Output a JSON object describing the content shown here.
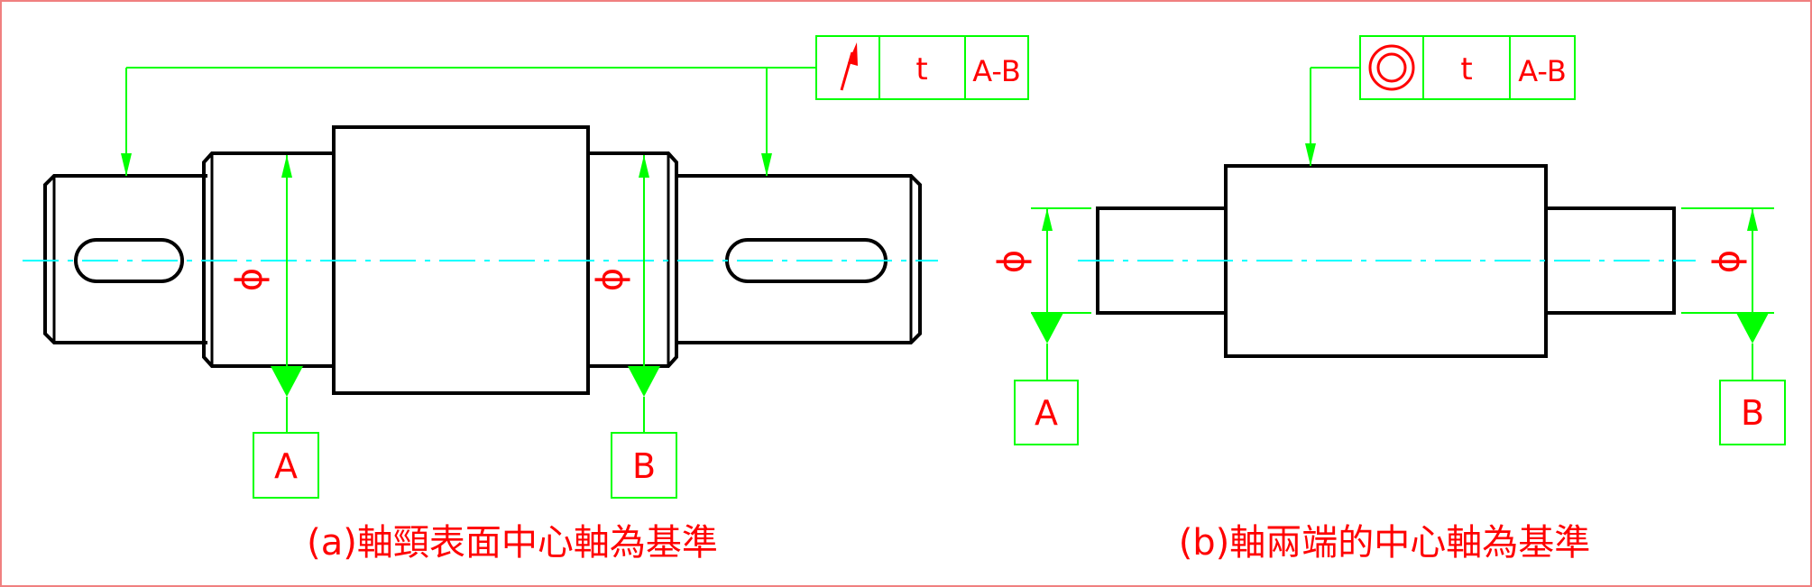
{
  "colors": {
    "outline": "#000000",
    "dimension": "#00ff00",
    "centerline": "#00ffff",
    "text": "#ff0000",
    "border": "#f08080"
  },
  "figure_a": {
    "frame": {
      "symbol": "circular-runout-arrow-icon",
      "tolerance": "t",
      "datum": "A-B"
    },
    "diameter_left": "ϕ",
    "diameter_right": "ϕ",
    "datum_left": "A",
    "datum_right": "B",
    "caption": "(a)軸頸表面中心軸為基準"
  },
  "figure_b": {
    "frame": {
      "symbol": "concentricity-double-circle-icon",
      "tolerance": "t",
      "datum": "A-B"
    },
    "diameter_left": "ϕ",
    "diameter_right": "ϕ",
    "datum_left": "A",
    "datum_right": "B",
    "caption": "(b)軸兩端的中心軸為基準"
  }
}
